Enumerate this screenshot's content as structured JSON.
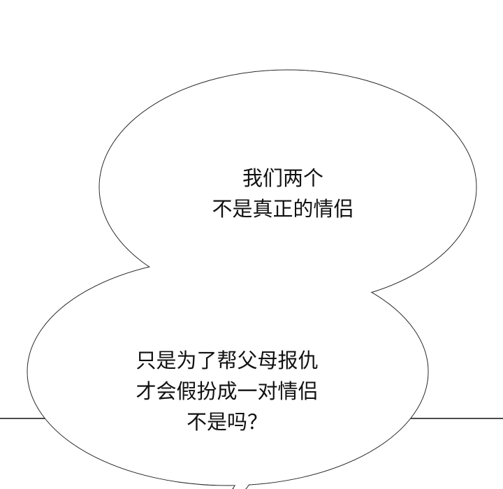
{
  "bubbles": [
    {
      "lines": [
        "我们两个",
        "不是真正的情侣"
      ]
    },
    {
      "lines": [
        "只是为了帮父母报仇",
        "才会假扮成一对情侣",
        "不是吗？"
      ]
    }
  ],
  "colors": {
    "background": "#ffffff",
    "ink": "#111111"
  }
}
